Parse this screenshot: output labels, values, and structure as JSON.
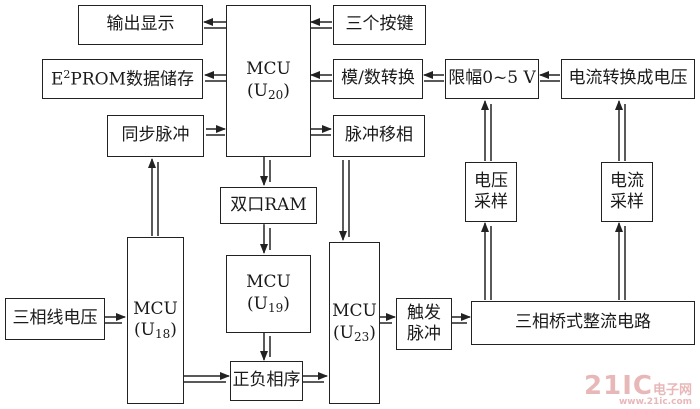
{
  "blocks": {
    "output_display": "输出显示",
    "three_keys": "三个按键",
    "eeprom_pre": "E",
    "eeprom_sup": "2",
    "eeprom_post": "PROM数据储存",
    "adc": "模/数转换",
    "limiter": "限幅0~5 V",
    "current_to_voltage": "电流转换成电压",
    "sync_pulse": "同步脉冲",
    "pulse_shift": "脉冲移相",
    "dual_ram": "双口RAM",
    "voltage_sampling": "电压\n采样",
    "current_sampling": "电流\n采样",
    "three_phase_voltage": "三相线电压",
    "phase_sequence": "正负相序",
    "trigger_pulse": "触发\n脉冲",
    "rectifier": "三相桥式整流电路"
  },
  "mcus": {
    "u20": {
      "label": "MCU",
      "sub": "20"
    },
    "u19": {
      "label": "MCU",
      "sub": "19"
    },
    "u18": {
      "label": "MCU",
      "sub": "18"
    },
    "u23": {
      "label": "MCU",
      "sub": "23"
    }
  },
  "watermark": {
    "big": "21IC",
    "cn": "电子网",
    "url": "www.21ic.com"
  }
}
